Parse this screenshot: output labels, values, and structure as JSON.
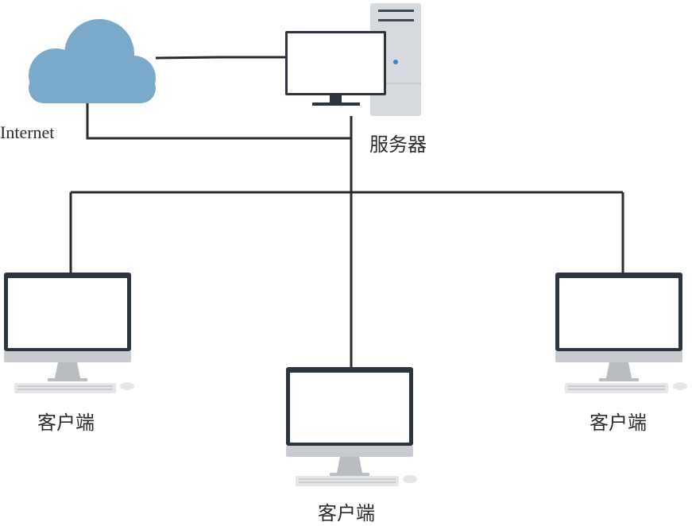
{
  "diagram": {
    "nodes": {
      "cloud": {
        "label": "Internet",
        "icon": "cloud-icon"
      },
      "server": {
        "label": "服务器",
        "icon": "server-tower-icon"
      },
      "client_left": {
        "label": "客户端",
        "icon": "desktop-computer-icon"
      },
      "client_center": {
        "label": "客户端",
        "icon": "desktop-computer-icon"
      },
      "client_right": {
        "label": "客户端",
        "icon": "desktop-computer-icon"
      }
    },
    "edges": [
      {
        "from": "cloud",
        "to": "server"
      },
      {
        "from": "cloud",
        "to": "hub"
      },
      {
        "from": "server",
        "to": "hub"
      },
      {
        "from": "hub",
        "to": "client_left"
      },
      {
        "from": "hub",
        "to": "client_center"
      },
      {
        "from": "hub",
        "to": "client_right"
      }
    ]
  },
  "colors": {
    "cloud": "#7ba9c9",
    "line": "#2a2a2a",
    "tower": "#d6d9dd",
    "tower_slot": "#3f4a57",
    "power_dot": "#3b7fc4",
    "monitor_frame": "#2c3440",
    "monitor_screen": "#ffffff",
    "monitor_chin": "#c8cbcf",
    "stand": "#b9bcc0",
    "keyboard": "#e4e6e8",
    "keyboard_keys": "#c9ccd0",
    "label": "#2b2b2b"
  }
}
